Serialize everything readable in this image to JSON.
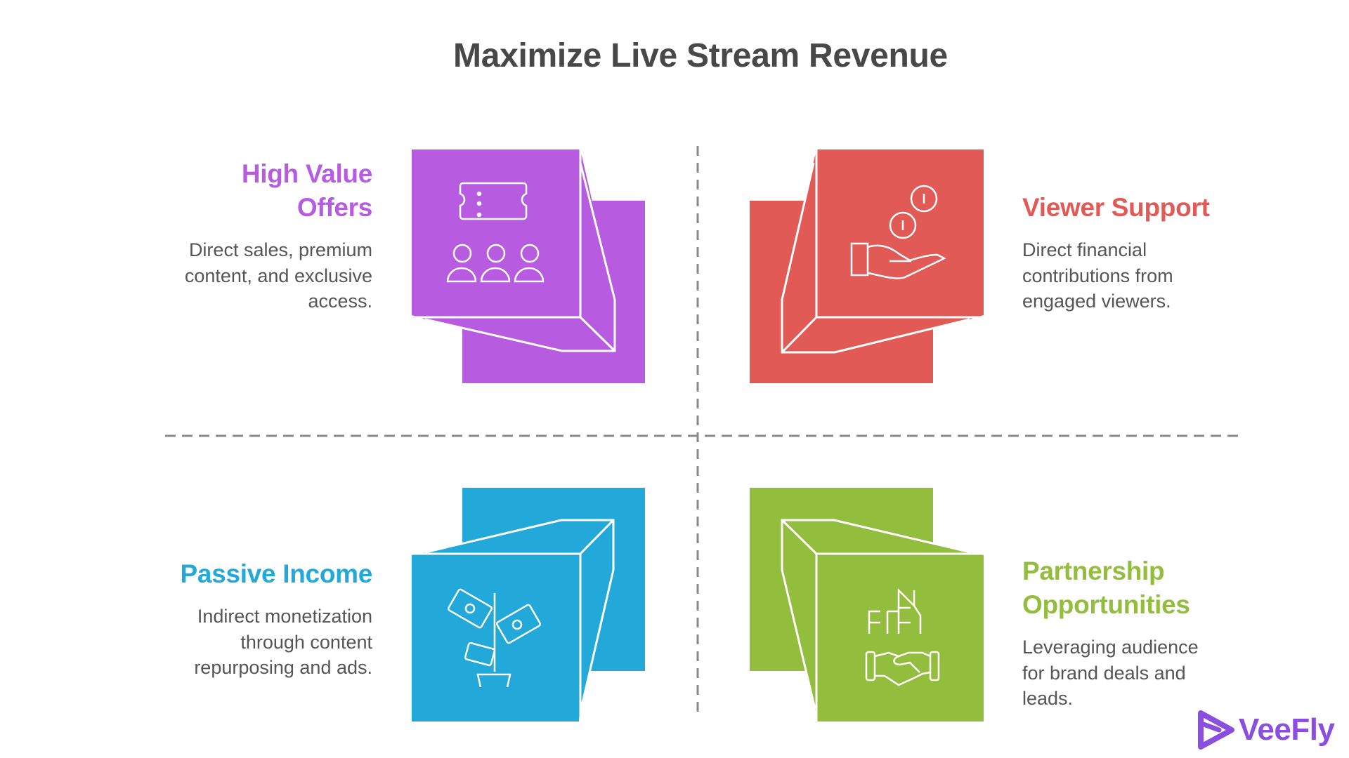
{
  "title": "Maximize Live Stream Revenue",
  "colors": {
    "purple": "#B75CE0",
    "red": "#E25A55",
    "blue": "#22A8D9",
    "green": "#93BD3D",
    "title": "#484848",
    "description": "#555555",
    "divider": "#8A8A8A",
    "brand": "#8B4FE0"
  },
  "quadrants": {
    "top_left": {
      "heading_line1": "High Value",
      "heading_line2": "Offers",
      "description_lines": [
        "Direct sales, premium",
        "content, and exclusive",
        "access."
      ],
      "icon": "ticket-audience-icon"
    },
    "top_right": {
      "heading_line1": "Viewer Support",
      "description_lines": [
        "Direct financial",
        "contributions from",
        "engaged viewers."
      ],
      "icon": "hand-coins-icon"
    },
    "bottom_left": {
      "heading_line1": "Passive Income",
      "description_lines": [
        "Indirect monetization",
        "through content",
        "repurposing and ads."
      ],
      "icon": "money-plant-icon"
    },
    "bottom_right": {
      "heading_line1": "Partnership",
      "heading_line2": "Opportunities",
      "description_lines": [
        "Leveraging audience",
        "for brand deals and",
        "leads."
      ],
      "icon": "handshake-buildings-icon"
    }
  },
  "logo": {
    "text": "VeeFly",
    "icon": "play-triangle-logo-icon"
  }
}
